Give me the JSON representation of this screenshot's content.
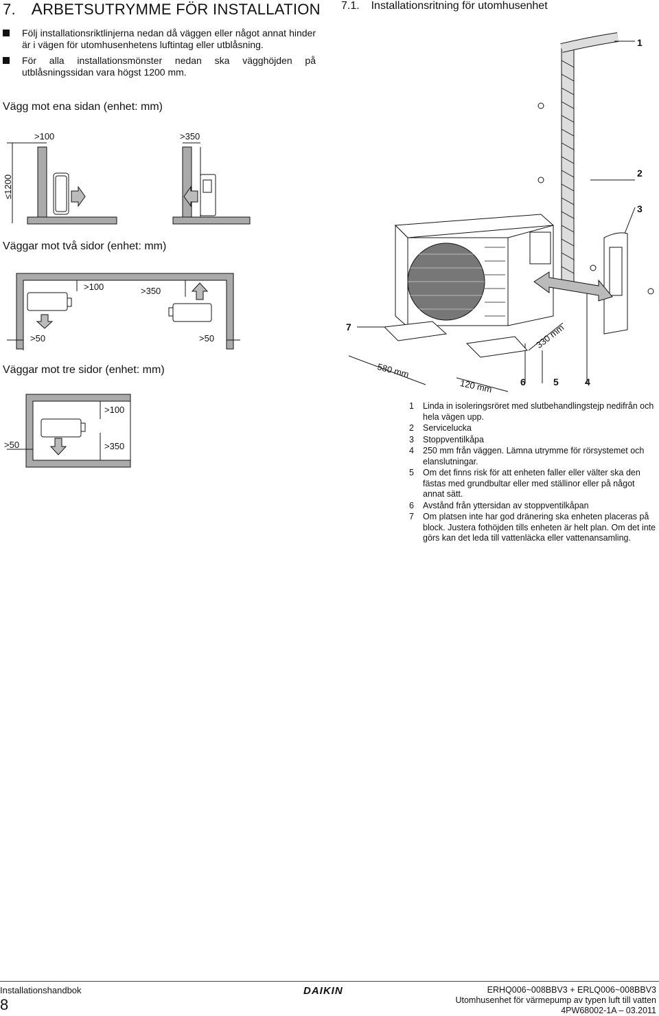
{
  "header": {
    "section_num": "7.",
    "section_title_first": "A",
    "section_title_rest": "RBETSUTRYMME FÖR INSTALLATION",
    "sub_num": "7.1.",
    "sub_title": "Installationsritning för utomhusenhet"
  },
  "bullets": [
    "Följ installationsriktlinjerna nedan då väggen eller något annat hinder är i vägen för utomhusenhetens luftintag eller utblåsning.",
    "För alla installationsmönster nedan ska vägghöjden på utblåsningssidan vara högst 1200 mm."
  ],
  "diagram1": {
    "title": "Vägg mot ena sidan (enhet: mm)",
    "d1": ">100",
    "d2": ">350",
    "height": "≤1200"
  },
  "diagram2": {
    "title": "Väggar mot två sidor (enhet: mm)",
    "d1": ">100",
    "d2": ">350",
    "d3": ">50",
    "d4": ">50"
  },
  "diagram3": {
    "title": "Väggar mot tre sidor (enhet: mm)",
    "d1": ">100",
    "d2": ">350",
    "d3": ">50"
  },
  "install_drawing": {
    "callouts": [
      "1",
      "2",
      "3",
      "7",
      "6",
      "5",
      "4"
    ],
    "dim_580": "580 mm",
    "dim_120": "120 mm",
    "dim_330": "330 mm"
  },
  "legend": [
    {
      "n": "1",
      "text": "Linda in isoleringsröret med slutbehandlingstejp nedifrån och hela vägen upp."
    },
    {
      "n": "2",
      "text": "Servicelucka"
    },
    {
      "n": "3",
      "text": "Stoppventilkåpa"
    },
    {
      "n": "4",
      "text": "250 mm från väggen. Lämna utrymme för rörsystemet och elanslutningar."
    },
    {
      "n": "5",
      "text": "Om det finns risk för att enheten faller eller välter ska den fästas med grundbultar eller med ställinor eller på något annat sätt."
    },
    {
      "n": "6",
      "text": "Avstånd från yttersidan av stoppventilkåpan"
    },
    {
      "n": "7",
      "text": "Om platsen inte har god dränering ska enheten placeras på block. Justera fothöjden tills enheten är helt plan. Om det inte görs kan det leda till vattenläcka eller vattenansamling."
    }
  ],
  "footer": {
    "manual": "Installationshandbok",
    "page": "8",
    "logo": "DAIKIN",
    "model": "ERHQ006~008BBV3 + ERLQ006~008BBV3",
    "product": "Utomhusenhet för värmepump av typen luft till vatten",
    "doc": "4PW68002-1A – 03.2011"
  }
}
